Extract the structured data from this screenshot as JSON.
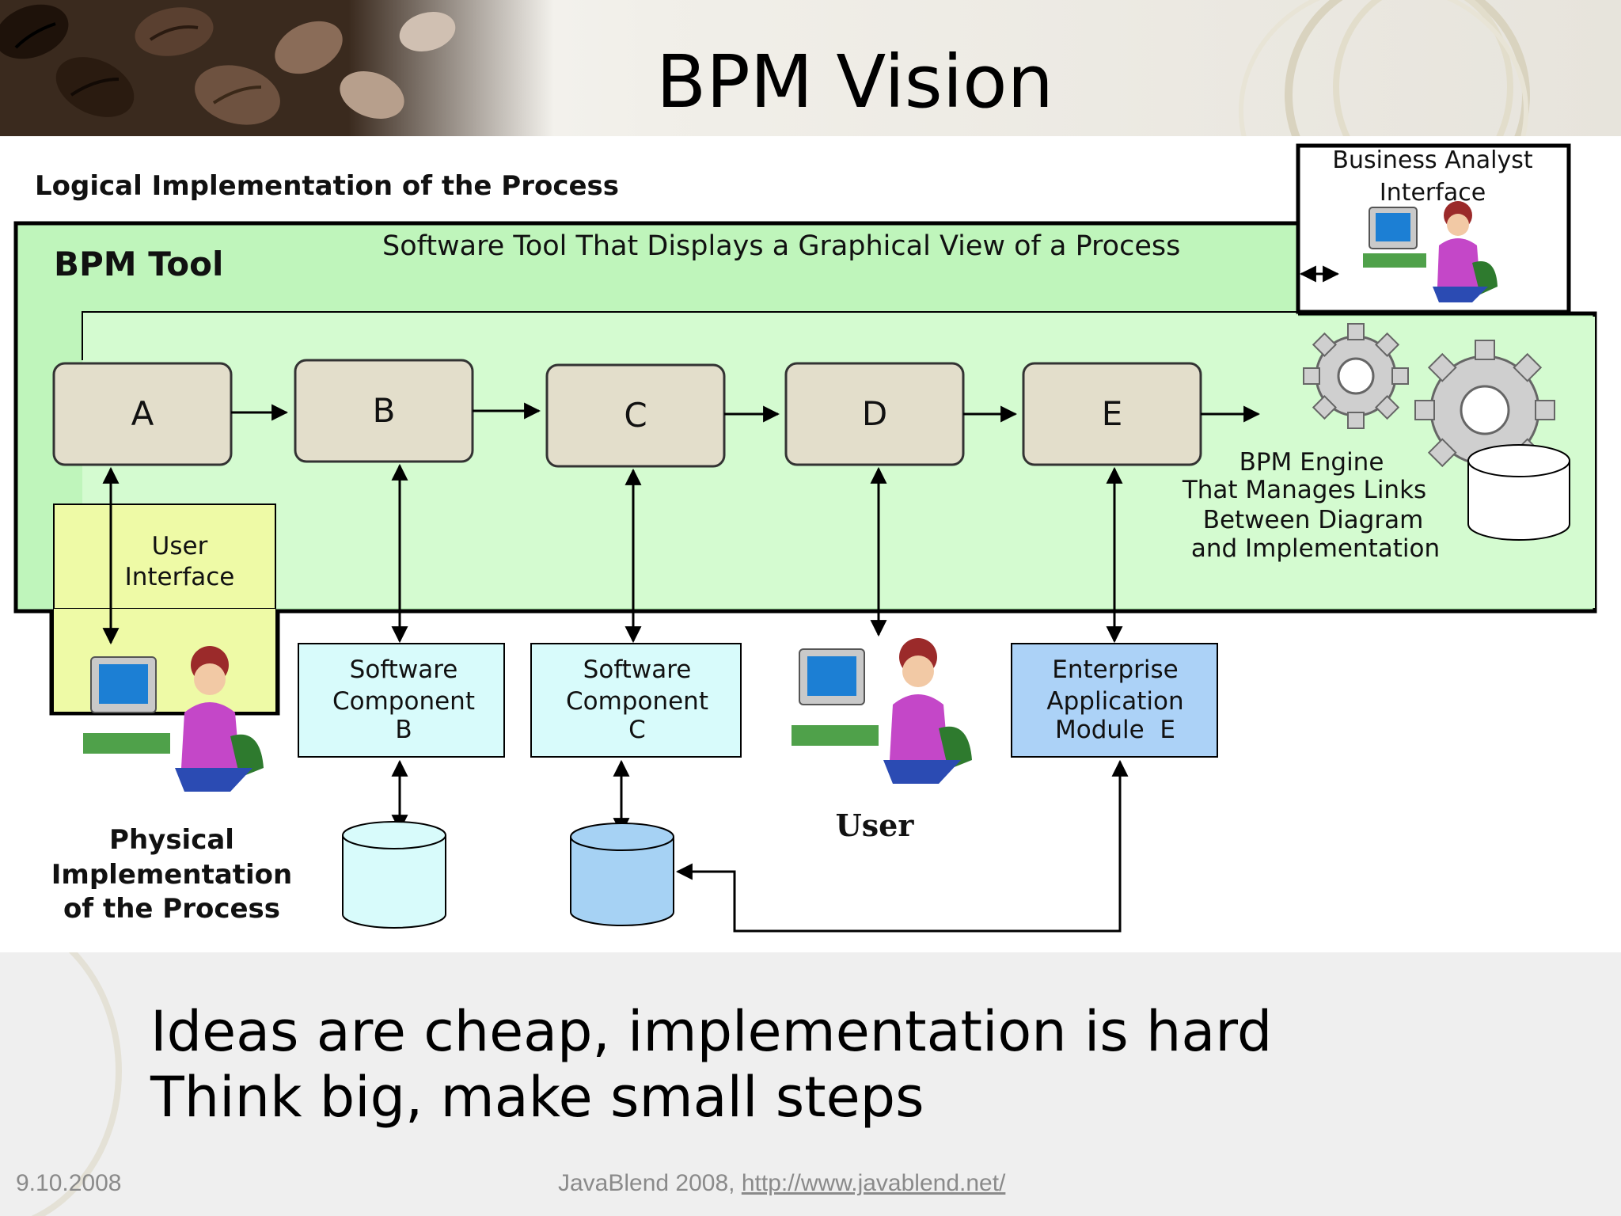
{
  "slide": {
    "title": "BPM Vision"
  },
  "diagram": {
    "logical_label": "Logical Implementation of the Process",
    "tool_label": "BPM Tool",
    "tool_caption": "Software Tool That Displays a Graphical View of a Process",
    "analyst_interface": [
      "Business Analyst",
      "Interface"
    ],
    "steps": [
      "A",
      "B",
      "C",
      "D",
      "E"
    ],
    "user_interface": [
      "User",
      "Interface"
    ],
    "engine_caption": [
      "BPM Engine",
      "That Manages Links",
      "Between Diagram",
      "and Implementation"
    ],
    "component_b": [
      "Software",
      "Component",
      "B"
    ],
    "component_c": [
      "Software",
      "Component",
      "C"
    ],
    "enterprise_module": [
      "Enterprise",
      "Application",
      "Module  E"
    ],
    "user_label": "User",
    "physical_label": [
      "Physical",
      "Implementation",
      "of the Process"
    ]
  },
  "bullets": [
    "Ideas are cheap, implementation is hard",
    "Think big, make small steps"
  ],
  "footer": {
    "date": "9.10.2008",
    "source": "JavaBlend 2008, ",
    "link": "http://www.javablend.net/"
  },
  "colors": {
    "tool_green": "#bff5bb",
    "inner_green": "#d4fbd0",
    "step_fill": "#e3decb",
    "ui_yellow": "#eefaa6",
    "component_cyan": "#d8fbfb",
    "module_blue": "#acd2f7",
    "db_blue": "#a6d2f4"
  }
}
